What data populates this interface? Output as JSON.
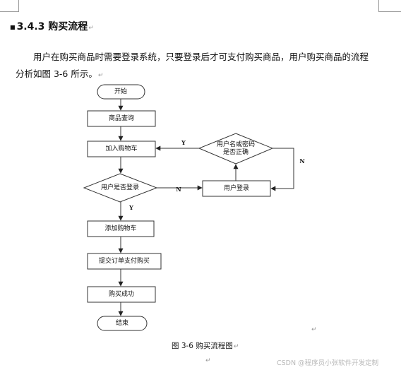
{
  "heading": {
    "text": "3.4.3 购买流程"
  },
  "paragraph": {
    "line1": "用户在购买商品时需要登录系统，只要登录后才可支付购买商品，用户购买商品的流程",
    "line2": "分析如图 3-6 所示。"
  },
  "flowchart": {
    "start": "开始",
    "search": "商品查询",
    "add_to_cart": "加入购物车",
    "check_login": "用户是否登录",
    "credentials_line1": "用户名或密码",
    "credentials_line2": "是否正确",
    "user_login": "用户登录",
    "add_to_cart_2": "添加购物车",
    "submit_order": "提交订单支付购买",
    "purchase_success": "购买成功",
    "end": "结束",
    "yes_credentials": "Y",
    "no_credentials": "N",
    "no_login": "N",
    "yes_login": "Y"
  },
  "caption": {
    "text": "图 3-6 购买流程图"
  },
  "marks": {
    "paragraph": "↵"
  },
  "watermark": {
    "text": "CSDN @程序员小张软件开发定制"
  }
}
